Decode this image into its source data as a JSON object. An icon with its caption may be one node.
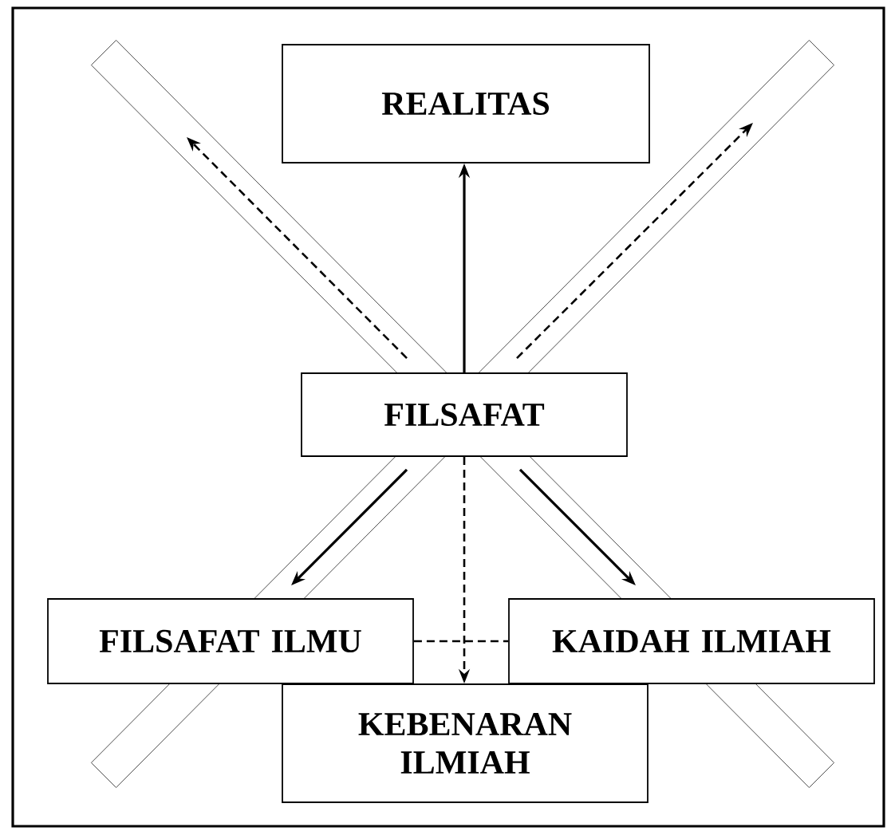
{
  "diagram": {
    "nodes": [
      {
        "text": [
          "REALITAS"
        ]
      },
      {
        "text": [
          "FILSAFAT"
        ]
      },
      {
        "text": [
          "FILSAFAT ILMU"
        ]
      },
      {
        "text": [
          "KAIDAH ILMIAH"
        ]
      },
      {
        "text": [
          "KEBENARAN ILMIAH"
        ]
      }
    ],
    "edges": [
      {
        "from": 1,
        "to": 0,
        "arrow": "to"
      },
      {
        "from": 1,
        "to": null,
        "arrow": "to",
        "style": "dashed"
      },
      {
        "from": 1,
        "to": null,
        "arrow": "to",
        "style": "dashed"
      },
      {
        "from": 1,
        "to": 2,
        "arrow": "to"
      },
      {
        "from": 1,
        "to": 3,
        "arrow": "to"
      },
      {
        "from": 1,
        "to": 4,
        "arrow": "to",
        "style": "dashed"
      },
      {
        "from": 2,
        "to": 3,
        "arrow": "none",
        "style": "dashed"
      }
    ]
  }
}
